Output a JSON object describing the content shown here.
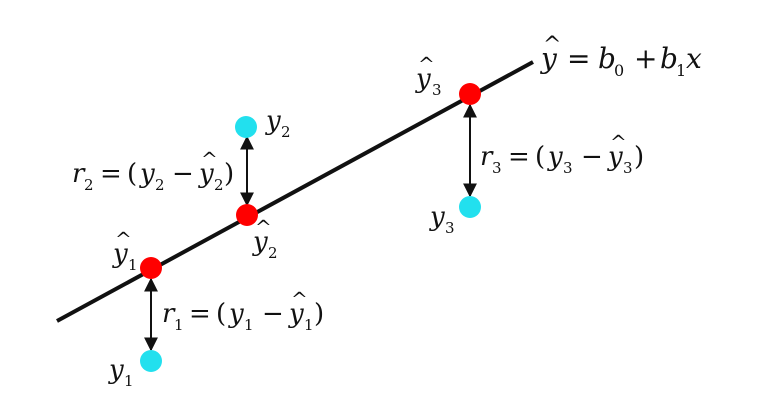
{
  "diagram": {
    "colors": {
      "line": "#111111",
      "predicted_point": "#ff0000",
      "observed_point": "#22e0ee",
      "arrow": "#111111",
      "text": "#111111"
    },
    "regression_equation": {
      "lhs": "y",
      "hat": "^",
      "equals": "=",
      "b": "b",
      "sub0": "0",
      "plus": "+",
      "sub1": "1",
      "x": "x"
    },
    "labels": {
      "y": "y",
      "hat": "^",
      "sub1": "1",
      "sub2": "2",
      "sub3": "3",
      "r": "r",
      "equals": "=",
      "open_paren": "(",
      "minus": "−",
      "close_paren": ")"
    }
  }
}
